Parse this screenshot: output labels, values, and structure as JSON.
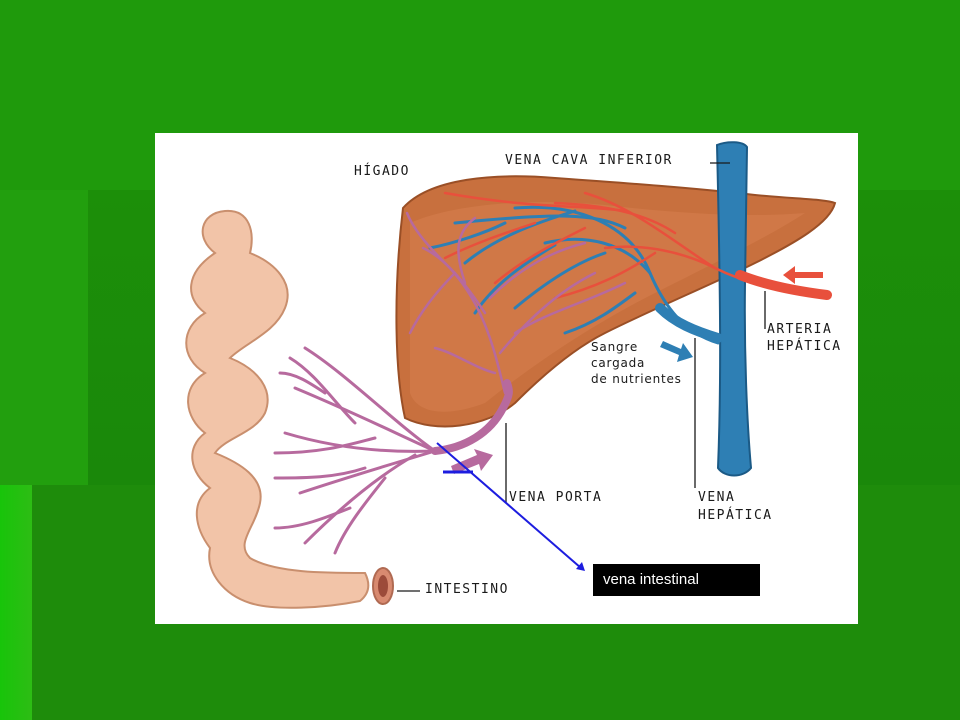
{
  "labels": {
    "liver": "HÍGADO",
    "vena_cava": "VENA CAVA INFERIOR",
    "hepatic_artery_l1": "ARTERIA",
    "hepatic_artery_l2": "HEPÁTICA",
    "nutrient_blood_l1": "Sangre",
    "nutrient_blood_l2": "cargada",
    "nutrient_blood_l3": "de nutrientes",
    "portal_vein": "VENA PORTA",
    "hepatic_vein_l1": "VENA",
    "hepatic_vein_l2": "HEPÁTICA",
    "intestine": "INTESTINO"
  },
  "callout": {
    "text": "vena intestinal"
  },
  "colors": {
    "liver": "#c8703e",
    "intestine": "#f2c4a8",
    "vein_blue": "#2e7fb4",
    "artery_red": "#e8503c",
    "portal_pink": "#b76a9e",
    "callout_line": "#1d1ddf"
  }
}
